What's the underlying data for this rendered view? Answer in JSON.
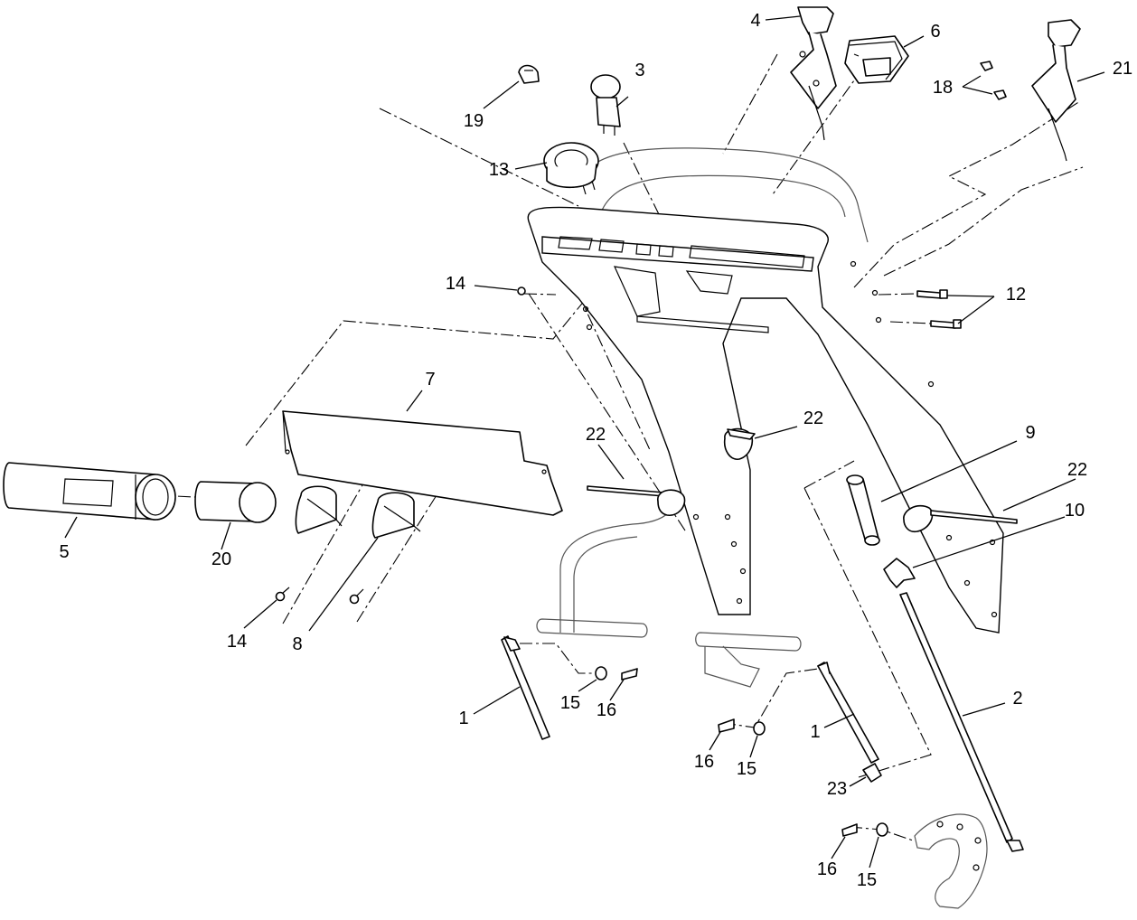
{
  "diagram": {
    "callouts": [
      {
        "id": "c-1a",
        "label": "1"
      },
      {
        "id": "c-1b",
        "label": "1"
      },
      {
        "id": "c-2",
        "label": "2"
      },
      {
        "id": "c-3",
        "label": "3"
      },
      {
        "id": "c-4",
        "label": "4"
      },
      {
        "id": "c-5",
        "label": "5"
      },
      {
        "id": "c-6",
        "label": "6"
      },
      {
        "id": "c-7",
        "label": "7"
      },
      {
        "id": "c-8",
        "label": "8"
      },
      {
        "id": "c-9",
        "label": "9"
      },
      {
        "id": "c-10",
        "label": "10"
      },
      {
        "id": "c-12",
        "label": "12"
      },
      {
        "id": "c-13",
        "label": "13"
      },
      {
        "id": "c-14a",
        "label": "14"
      },
      {
        "id": "c-14b",
        "label": "14"
      },
      {
        "id": "c-15a",
        "label": "15"
      },
      {
        "id": "c-15b",
        "label": "15"
      },
      {
        "id": "c-15c",
        "label": "15"
      },
      {
        "id": "c-16a",
        "label": "16"
      },
      {
        "id": "c-16b",
        "label": "16"
      },
      {
        "id": "c-16c",
        "label": "16"
      },
      {
        "id": "c-18",
        "label": "18"
      },
      {
        "id": "c-19",
        "label": "19"
      },
      {
        "id": "c-20",
        "label": "20"
      },
      {
        "id": "c-21",
        "label": "21"
      },
      {
        "id": "c-22a",
        "label": "22"
      },
      {
        "id": "c-22b",
        "label": "22"
      },
      {
        "id": "c-22c",
        "label": "22"
      },
      {
        "id": "c-23",
        "label": "23"
      }
    ]
  }
}
